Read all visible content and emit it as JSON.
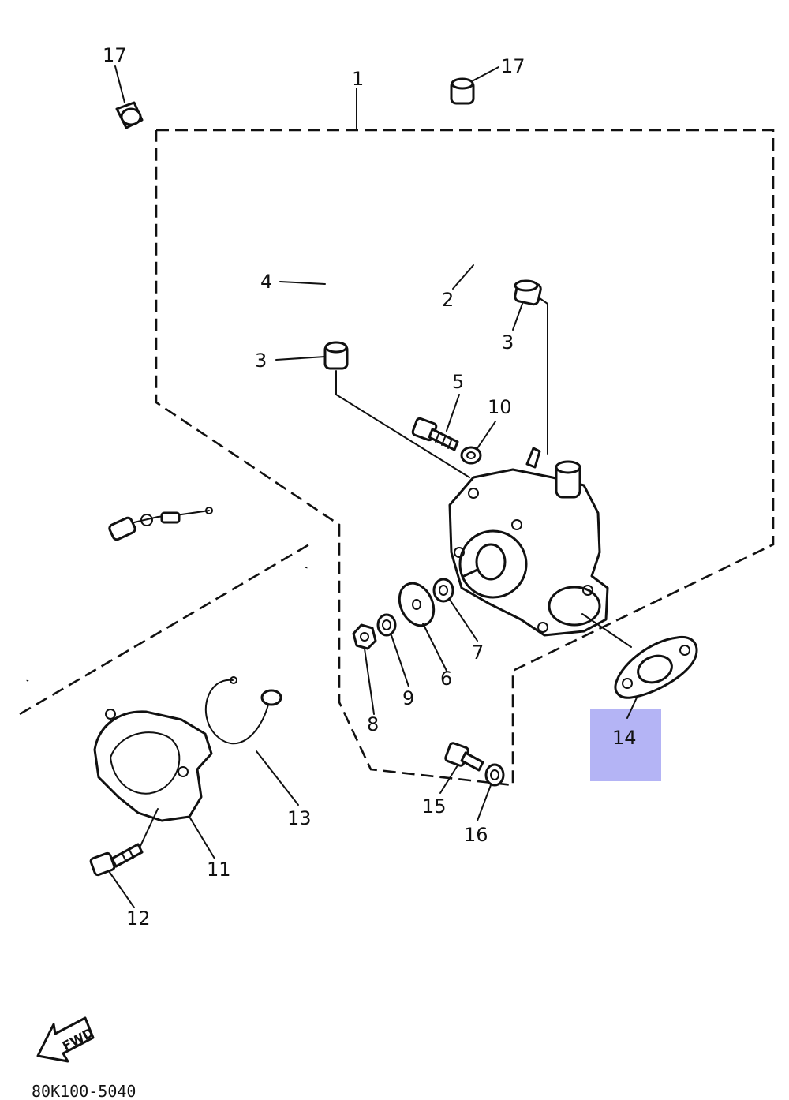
{
  "callouts": {
    "c1": "1",
    "c2": "2",
    "c3a": "3",
    "c3b": "3",
    "c4": "4",
    "c5": "5",
    "c6": "6",
    "c7": "7",
    "c8": "8",
    "c9": "9",
    "c10": "10",
    "c11": "11",
    "c12": "12",
    "c13": "13",
    "c14": "14",
    "c15": "15",
    "c16": "16",
    "c17a": "17",
    "c17b": "17"
  },
  "highlight": {
    "color": "#a7a7f3",
    "part": "14"
  },
  "fwd_label": "FWD",
  "drawing_code": "80K100-5040"
}
